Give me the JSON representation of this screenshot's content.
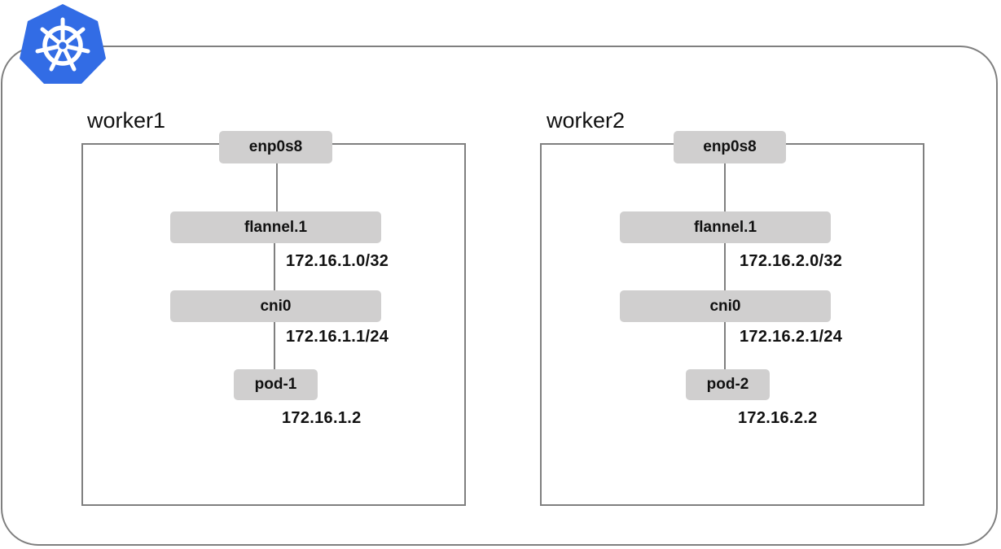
{
  "logo": {
    "icon": "kubernetes-helm-wheel-icon",
    "color": "#326ce5"
  },
  "colors": {
    "frame_border": "#7f7f7f",
    "interface_fill": "#d0cfcf",
    "text": "#111111"
  },
  "workers": [
    {
      "name": "worker1",
      "enp": "enp0s8",
      "flannel": "flannel.1",
      "flannel_ip": "172.16.1.0/32",
      "cni": "cni0",
      "cni_ip": "172.16.1.1/24",
      "pod": "pod-1",
      "pod_ip": "172.16.1.2"
    },
    {
      "name": "worker2",
      "enp": "enp0s8",
      "flannel": "flannel.1",
      "flannel_ip": "172.16.2.0/32",
      "cni": "cni0",
      "cni_ip": "172.16.2.1/24",
      "pod": "pod-2",
      "pod_ip": "172.16.2.2"
    }
  ]
}
